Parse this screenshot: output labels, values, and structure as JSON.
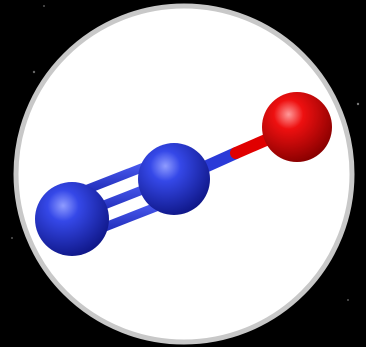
{
  "colors": {
    "background": "#000000",
    "badge_fill": "#ffffff",
    "badge_border": "#c8c8c8",
    "nitrogen": "#2233d6",
    "oxygen": "#e00000"
  },
  "molecule": {
    "atoms": [
      {
        "element": "N",
        "color": "#2233d6"
      },
      {
        "element": "N",
        "color": "#2233d6"
      },
      {
        "element": "O",
        "color": "#e00000"
      }
    ],
    "bonds": [
      {
        "from": 0,
        "to": 1,
        "order": 3
      },
      {
        "from": 1,
        "to": 2,
        "order": 1
      }
    ]
  }
}
